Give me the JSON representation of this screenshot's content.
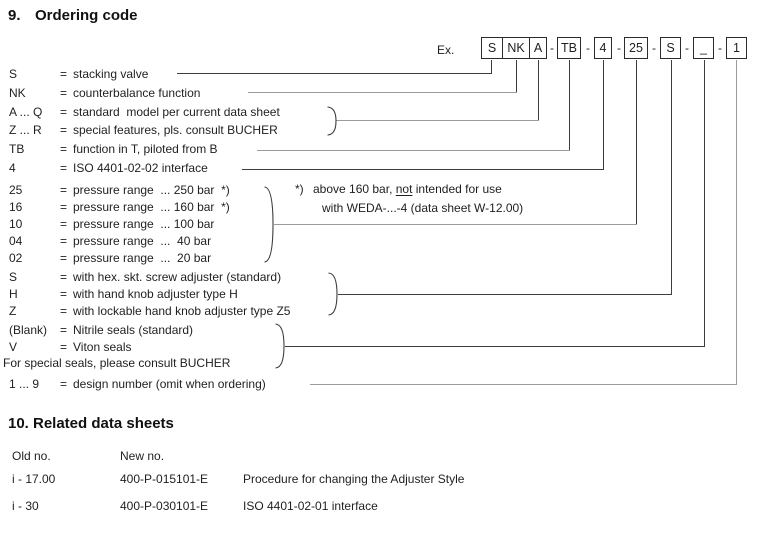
{
  "section9": {
    "number": "9.",
    "title": "Ordering code"
  },
  "section10": {
    "number": "10.",
    "title": "Related data sheets"
  },
  "eq": "=",
  "example": {
    "label": "Ex.",
    "separator": "-",
    "group_cells": [
      "S",
      "NK",
      "A"
    ],
    "cells": [
      "TB",
      "4",
      "25",
      "S",
      "_",
      "1"
    ]
  },
  "ordering_rows": [
    {
      "code": "S",
      "desc": "stacking valve"
    },
    {
      "code": "NK",
      "desc": "counterbalance function"
    },
    {
      "code": "A ... Q",
      "desc": "standard  model per current data sheet"
    },
    {
      "code": "Z ... R",
      "desc": "special features, pls. consult BUCHER"
    },
    {
      "code": "TB",
      "desc": "function in T, piloted from B"
    },
    {
      "code": "4",
      "desc": "ISO 4401-02-02 interface"
    },
    {
      "code": "25",
      "desc": "pressure range  ... 250 bar  *)"
    },
    {
      "code": "16",
      "desc": "pressure range  ... 160 bar  *)"
    },
    {
      "code": "10",
      "desc": "pressure range  ... 100 bar"
    },
    {
      "code": "04",
      "desc": "pressure range  ...  40 bar"
    },
    {
      "code": "02",
      "desc": "pressure range  ...  20 bar"
    },
    {
      "code": "S",
      "desc": "with hex. skt. screw adjuster (standard)"
    },
    {
      "code": "H",
      "desc": "with hand knob adjuster type H"
    },
    {
      "code": "Z",
      "desc": "with lockable hand knob adjuster type Z5"
    },
    {
      "code": "(Blank)",
      "desc": "Nitrile seals (standard)"
    },
    {
      "code": "V",
      "desc": "Viton seals"
    },
    {
      "code": "1 ... 9",
      "desc": "design number (omit when ordering)"
    }
  ],
  "special_seals_note": "For special seals, please consult BUCHER",
  "footnote": {
    "marker": "*)",
    "line1_pre": "above 160 bar, ",
    "line1_underline": "not",
    "line1_post": " intended for use",
    "line2": "with WEDA-...-4 (data sheet W-12.00)"
  },
  "related": {
    "header": {
      "old": "Old no.",
      "new": "New no."
    },
    "rows": [
      {
        "old": "i - 17.00",
        "new": "400-P-015101-E",
        "desc": "Procedure for changing the Adjuster Style"
      },
      {
        "old": "i - 30",
        "new": "400-P-030101-E",
        "desc": "ISO 4401-02-01 interface"
      }
    ]
  },
  "colors": {
    "text": "#1f1f1f",
    "line_dark": "#3d3d3d",
    "line_gray": "#9b9b9b",
    "box_border": "#2b2b2b"
  }
}
